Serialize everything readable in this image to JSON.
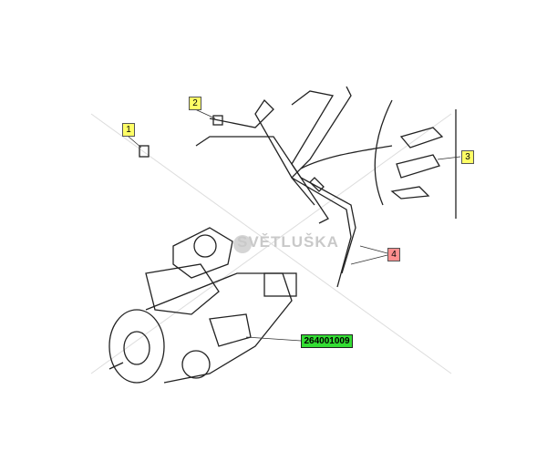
{
  "labels": {
    "part1": "1",
    "part2": "2",
    "part3": "3",
    "part4": "4",
    "part_number": "264001009"
  },
  "watermark": {
    "brand": "SVĚTLUŠKA"
  },
  "colors": {
    "callout_yellow": "#ffff66",
    "callout_red": "#ff8f8f",
    "callout_green": "#33dd33"
  }
}
